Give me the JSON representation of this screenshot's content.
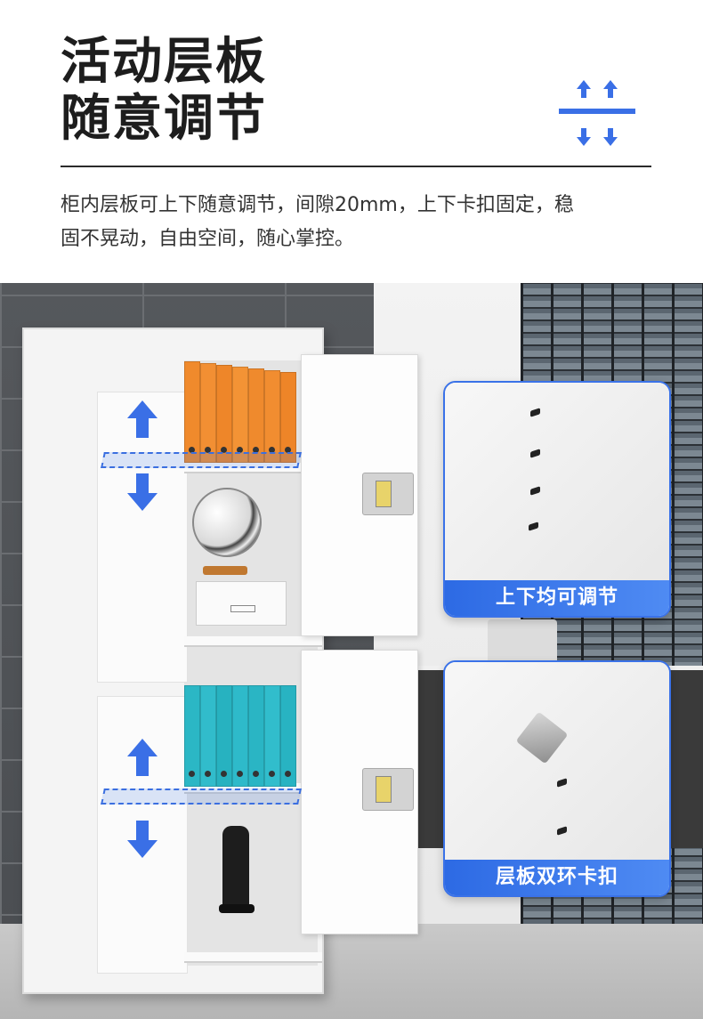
{
  "header": {
    "title_line1": "活动层板",
    "title_line2": "随意调节",
    "icon": "vertical-adjust-arrows-icon"
  },
  "description": {
    "line1": "柜内层板可上下随意调节，间隙20mm，上下卡扣固定，稳",
    "line2": "固不晃动，自由空间，随心掌控。"
  },
  "detail_cards": [
    {
      "label": "上下均可调节"
    },
    {
      "label": "层板双环卡扣"
    }
  ],
  "colors": {
    "accent": "#3a6fe6",
    "orange_binders": "#f08a2c",
    "teal_binders": "#2bb7c5"
  }
}
